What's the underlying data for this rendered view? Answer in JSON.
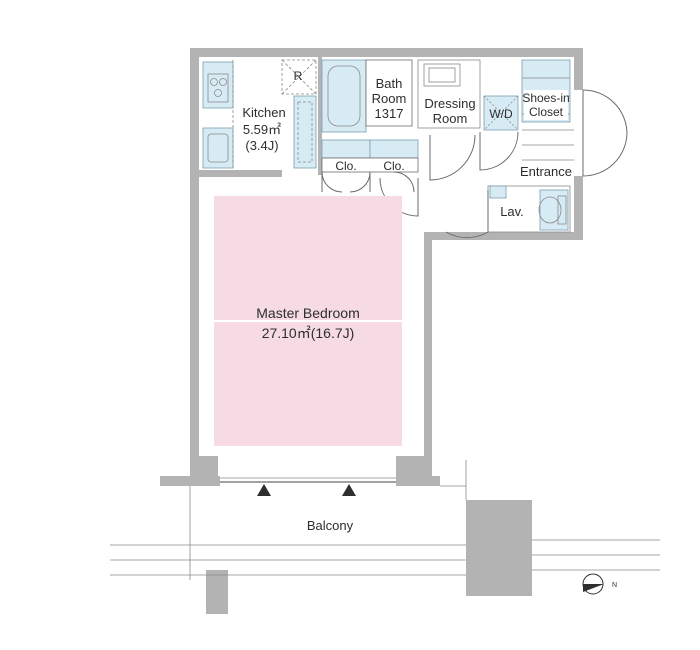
{
  "rooms": {
    "kitchen": {
      "name": "Kitchen",
      "area": "5.59㎡",
      "jo": "(3.4J)"
    },
    "bath": {
      "line1": "Bath",
      "line2": "Room",
      "line3": "1317"
    },
    "dressing": {
      "line1": "Dressing",
      "line2": "Room"
    },
    "wd": "W/D",
    "shoes": {
      "line1": "Shoes-in",
      "line2": "Closet"
    },
    "entrance": "Entrance",
    "lav": "Lav.",
    "closet_left": "Clo.",
    "closet_right": "Clo.",
    "bedroom": {
      "name": "Master Bedroom",
      "area": "27.10㎡(16.7J)"
    },
    "balcony": "Balcony",
    "fridge": "R"
  },
  "compass": {
    "label": "N"
  },
  "colors": {
    "bedroom_fill": "#f6dbe5",
    "wet_area_fill": "#d7ebf4",
    "wall": "#b3b3b3"
  }
}
